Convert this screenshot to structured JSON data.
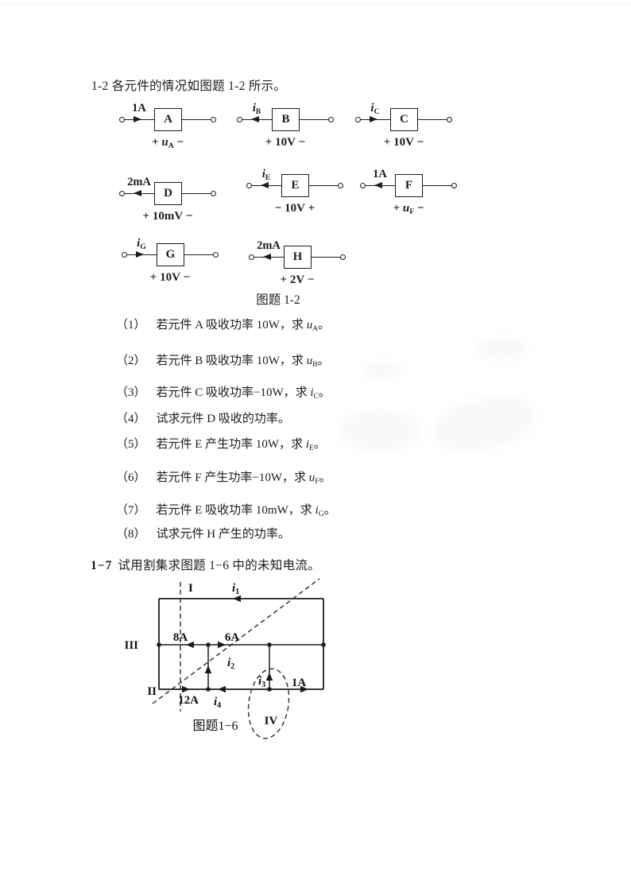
{
  "page": {
    "heading_1_2": "1-2 各元件的情况如图题 1-2 所示。",
    "heading_1_7_num": "1−7",
    "heading_1_7_text": "试用割集求图题 1−6 中的未知电流。",
    "fig_1_2_caption": "图题 1-2",
    "fig_1_6_caption": "图题1−6"
  },
  "fig12": {
    "elements": [
      {
        "letter": "A",
        "current_base": "1A",
        "current_sub": "",
        "current_dir": "right",
        "v_left": "+",
        "v_val": "u",
        "v_sub": "A",
        "v_right": "−"
      },
      {
        "letter": "B",
        "current_base": "i",
        "current_sub": "B",
        "current_dir": "left",
        "v_left": "+",
        "v_val": "10V",
        "v_sub": "",
        "v_right": "−"
      },
      {
        "letter": "C",
        "current_base": "i",
        "current_sub": "C",
        "current_dir": "right",
        "v_left": "+",
        "v_val": "10V",
        "v_sub": "",
        "v_right": "−"
      },
      {
        "letter": "D",
        "current_base": "2mA",
        "current_sub": "",
        "current_dir": "left",
        "v_left": "+",
        "v_val": "10mV",
        "v_sub": "",
        "v_right": "−"
      },
      {
        "letter": "E",
        "current_base": "i",
        "current_sub": "E",
        "current_dir": "left",
        "v_left": "−",
        "v_val": "10V",
        "v_sub": "",
        "v_right": "+"
      },
      {
        "letter": "F",
        "current_base": "1A",
        "current_sub": "",
        "current_dir": "left",
        "v_left": "+",
        "v_val": "u",
        "v_sub": "F",
        "v_right": "−"
      },
      {
        "letter": "G",
        "current_base": "i",
        "current_sub": "G",
        "current_dir": "right",
        "v_left": "+",
        "v_val": "10V",
        "v_sub": "",
        "v_right": "−"
      },
      {
        "letter": "H",
        "current_base": "2mA",
        "current_sub": "",
        "current_dir": "left",
        "v_left": "+",
        "v_val": "2V",
        "v_sub": "",
        "v_right": "−"
      }
    ]
  },
  "questions": [
    {
      "num": "（1）",
      "pre": "若元件 A 吸收功率 10W，求 ",
      "var": "u",
      "sub": "A",
      "post": "。"
    },
    {
      "num": "（2）",
      "pre": "若元件 B 吸收功率 10W，求 ",
      "var": "u",
      "sub": "B",
      "post": "。"
    },
    {
      "num": "（3）",
      "pre": "若元件 C 吸收功率−10W，求 ",
      "var": "i",
      "sub": "C",
      "post": "。"
    },
    {
      "num": "（4）",
      "pre": "试求元件 D 吸收的功率。",
      "var": "",
      "sub": "",
      "post": ""
    },
    {
      "num": "（5）",
      "pre": "若元件 E 产生功率 10W，求 ",
      "var": "i",
      "sub": "E",
      "post": "。"
    },
    {
      "num": "（6）",
      "pre": "若元件 F 产生功率−10W，求 ",
      "var": "u",
      "sub": "F",
      "post": "。"
    },
    {
      "num": "（7）",
      "pre": "若元件 E 吸收功率 10mW，求 ",
      "var": "i",
      "sub": "G",
      "post": "。"
    },
    {
      "num": "（8）",
      "pre": "试求元件 H 产生的功率。",
      "var": "",
      "sub": "",
      "post": ""
    }
  ],
  "fig16": {
    "cuts": {
      "I": "I",
      "II": "II",
      "III": "III",
      "IV": "IV"
    },
    "currents": {
      "i1": {
        "base": "i",
        "sub": "1"
      },
      "a8": "8A",
      "a6": "6A",
      "i2": {
        "base": "i",
        "sub": "2"
      },
      "i3": {
        "base": "i",
        "sub": "3"
      },
      "a12": "12A",
      "i4": {
        "base": "i",
        "sub": "4"
      },
      "a1": "1A"
    }
  }
}
